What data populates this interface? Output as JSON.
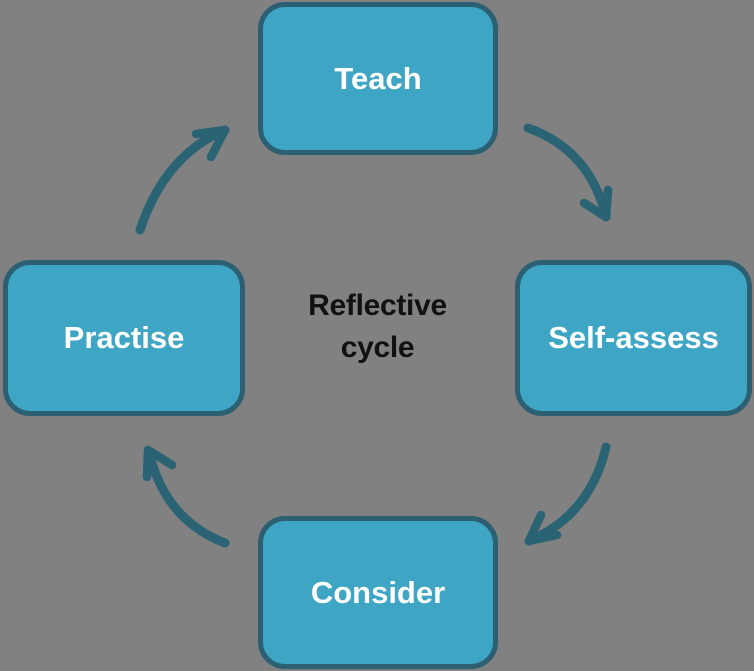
{
  "diagram": {
    "title": {
      "line1": "Reflective",
      "line2": "cycle"
    },
    "nodes": [
      {
        "id": "teach",
        "label": "Teach",
        "position": "top"
      },
      {
        "id": "self-assess",
        "label": "Self-assess",
        "position": "right"
      },
      {
        "id": "consider",
        "label": "Consider",
        "position": "bottom"
      },
      {
        "id": "practise",
        "label": "Practise",
        "position": "left"
      }
    ],
    "flow": [
      "Teach",
      "Self-assess",
      "Consider",
      "Practise"
    ],
    "flow_direction": "clockwise",
    "colors": {
      "background": "#818181",
      "node_fill": "#3EA6C4",
      "node_border": "#2B5F71",
      "arrow": "#2A6374",
      "node_text": "#FFFFFF",
      "title_text": "#111111"
    }
  }
}
